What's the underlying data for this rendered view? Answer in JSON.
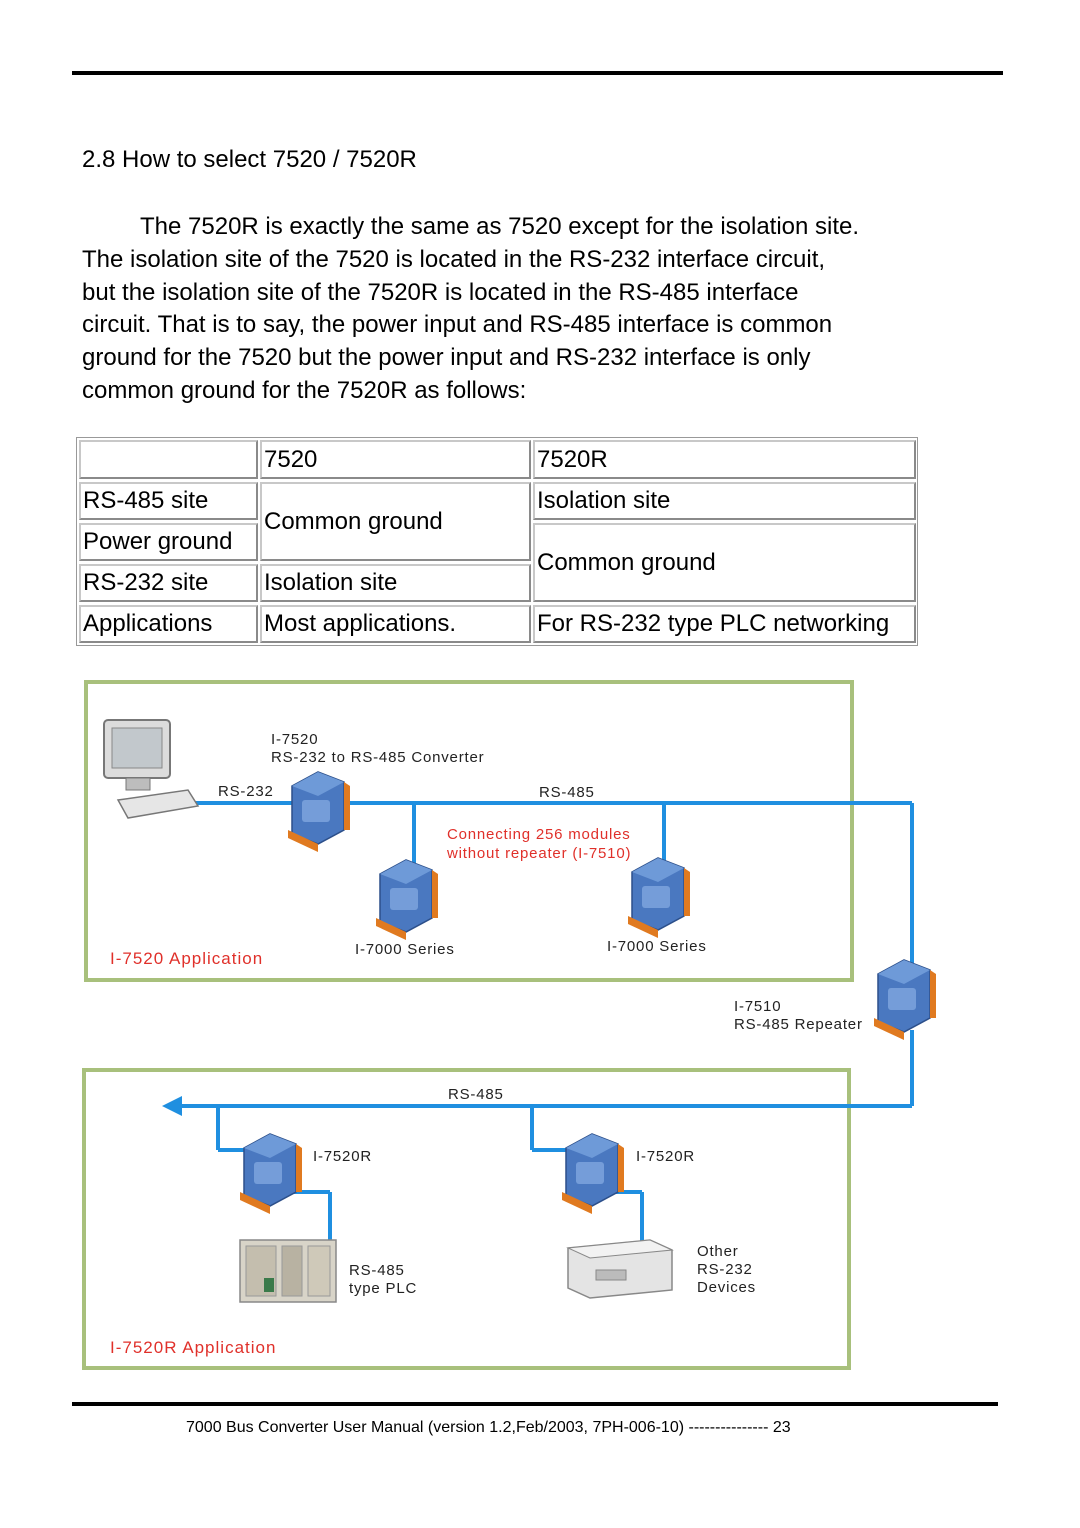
{
  "section": {
    "title": "2.8  How to select 7520 / 7520R"
  },
  "paragraph": {
    "lines": [
      "The 7520R is exactly the same as 7520 except for the isolation site.",
      "The isolation site of the 7520 is located in the RS-232 interface circuit,",
      "but the isolation site of the 7520R is located in the RS-485 interface",
      "circuit. That is to say, the power input and RS-485 interface is common",
      "ground for the 7520 but the power input and RS-232 interface is only",
      "common ground for the 7520R as follows:"
    ]
  },
  "table": {
    "header": [
      "",
      "7520",
      "7520R"
    ],
    "rows": {
      "rs485": "RS-485 site",
      "power": "Power ground",
      "rs232": "RS-232 site",
      "apps": "Applications"
    },
    "col7520": {
      "common_ground": "Common ground",
      "isolation": "Isolation site",
      "apps": "Most applications."
    },
    "col7520r": {
      "isolation": "Isolation site",
      "common_ground": "Common ground",
      "apps": "For RS-232 type PLC networking"
    }
  },
  "diagram": {
    "top": {
      "converter_name": "I-7520",
      "converter_desc": "RS-232 to RS-485 Converter",
      "link_rs232": "RS-232",
      "link_rs485": "RS-485",
      "note_line1": "Connecting 256 modules",
      "note_line2": "without repeater (I-7510)",
      "series_left": "I-7000 Series",
      "series_right": "I-7000 Series",
      "app_label": "I-7520   Application"
    },
    "repeater": {
      "name": "I-7510",
      "desc": "RS-485 Repeater"
    },
    "bottom": {
      "link_rs485": "RS-485",
      "module_left": "I-7520R",
      "module_right": "I-7520R",
      "plc_line1": "RS-485",
      "plc_line2": "type PLC",
      "other_line1": "Other",
      "other_line2": "RS-232",
      "other_line3": "Devices",
      "app_label": "I-7520R  Application"
    },
    "colors": {
      "frame": "#a8c07c",
      "bus": "#1f8fe0",
      "note": "#e0302a",
      "module": "#4a78c0",
      "terminal": "#e07a20"
    }
  },
  "footer": {
    "text": "7000 Bus Converter User Manual (version 1.2,Feb/2003, 7PH-006-10)  --------------- 23"
  }
}
